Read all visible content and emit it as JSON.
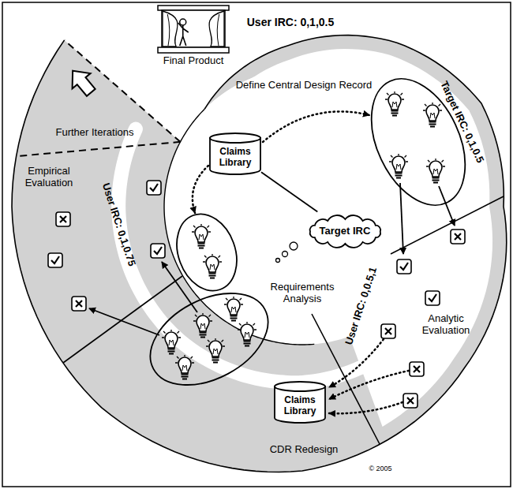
{
  "diagram": {
    "nodes": [
      {
        "text": [
          "Final Product"
        ]
      },
      {
        "text": [
          "Claims Library"
        ]
      },
      {
        "text": [
          "Target IRC"
        ]
      },
      {
        "text": [
          "Claims Library"
        ]
      }
    ],
    "edges": [
      {
        "from": 1,
        "to": 2,
        "arrow": "none"
      }
    ],
    "labels": [
      "User IRC: 0,1,0.5",
      "Define Central Design Record",
      "Target IRC: 0,1,0.5",
      "Further Iterations",
      "Empirical Evaluation",
      "User IRC: 0,1,0.75",
      "Requirements Analysis",
      "User IRC: 0,0.5,1",
      "Analytic Evaluation",
      "CDR Redesign",
      "© 2005"
    ]
  }
}
